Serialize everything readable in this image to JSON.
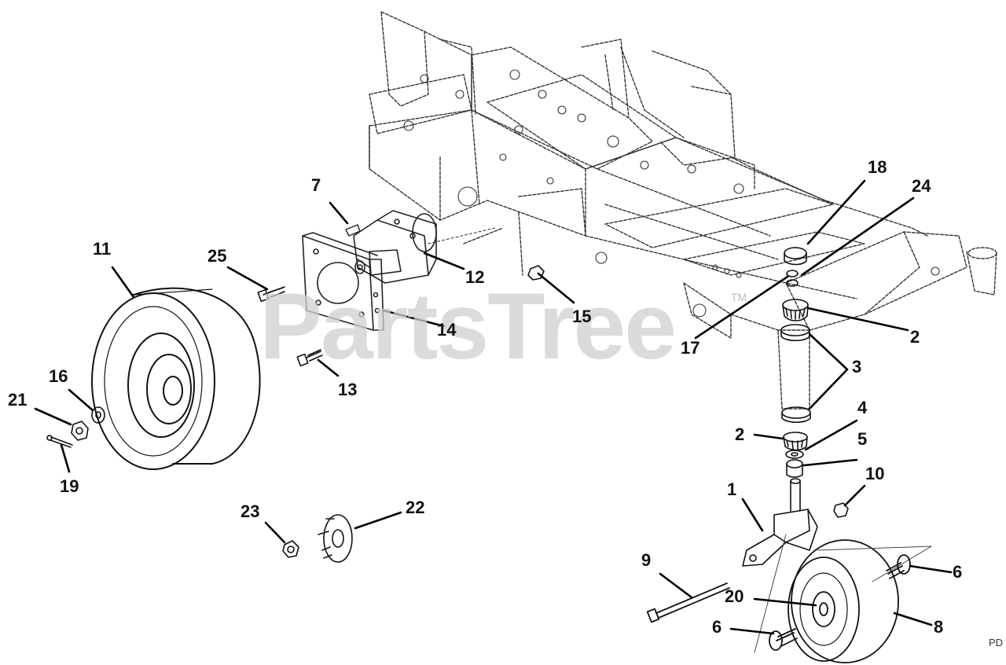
{
  "watermark": "PartsTree",
  "watermark_tm": "TM",
  "corner_code": "PD",
  "callouts": {
    "c1": "1",
    "c2a": "2",
    "c2b": "2",
    "c3": "3",
    "c4": "4",
    "c5": "5",
    "c6a": "6",
    "c6b": "6",
    "c7": "7",
    "c8": "8",
    "c9": "9",
    "c10": "10",
    "c11": "11",
    "c12": "12",
    "c13": "13",
    "c14": "14",
    "c15": "15",
    "c16": "16",
    "c17": "17",
    "c18": "18",
    "c19": "19",
    "c20": "20",
    "c21": "21",
    "c22": "22",
    "c23": "23",
    "c24": "24",
    "c25": "25"
  }
}
